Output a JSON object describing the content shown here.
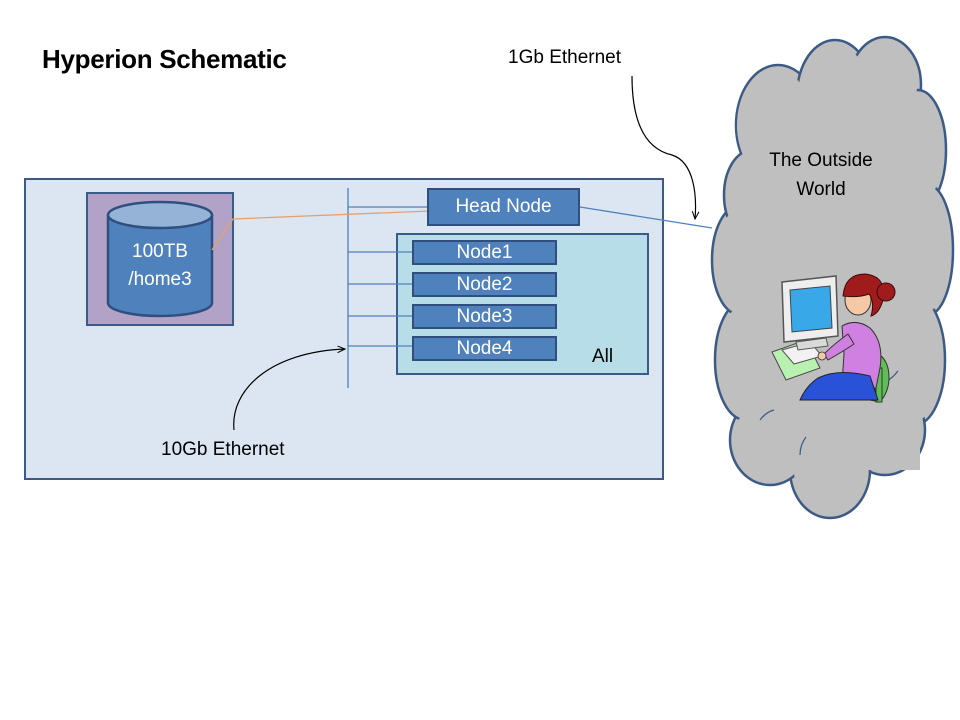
{
  "title": "Hyperion Schematic",
  "labels": {
    "one_gb": "1Gb Ethernet",
    "ten_gb": "10Gb Ethernet",
    "partition": "All"
  },
  "storage": {
    "capacity": "100TB",
    "mount": "/home3"
  },
  "head_node": "Head Node",
  "nodes": [
    "Node1",
    "Node2",
    "Node3",
    "Node4"
  ],
  "outside": {
    "line1": "The Outside",
    "line2": "World"
  },
  "colors": {
    "cluster_fill": "#dce6f2",
    "storage_fill": "#b3a2c7",
    "compute_fill": "#b7dee8",
    "node_fill": "#4f81bd",
    "border": "#3c5a86",
    "cloud_fill": "#bfbfbf",
    "link_orange": "#e6a06a",
    "link_blue": "#4f81bd"
  },
  "icons": [
    "database-cylinder-icon",
    "person-at-computer-icon",
    "cloud-icon"
  ]
}
